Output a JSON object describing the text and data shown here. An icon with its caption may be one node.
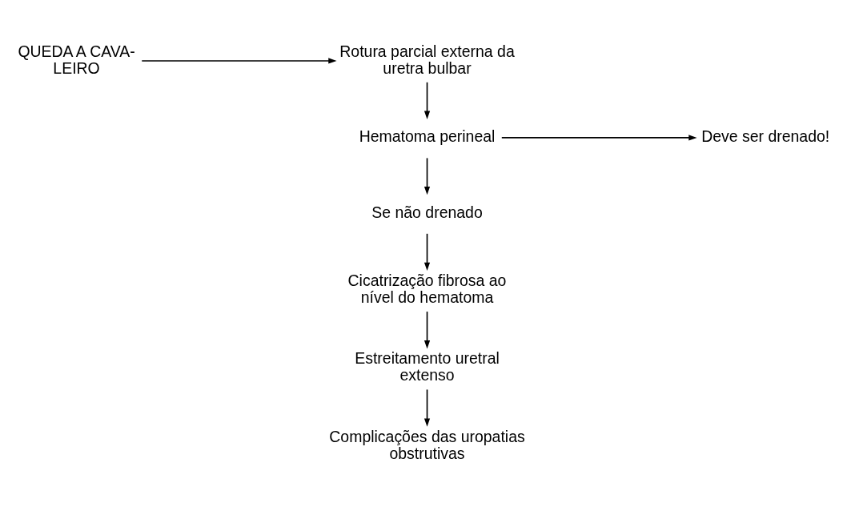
{
  "diagram": {
    "nodes": [
      {
        "text": [
          "QUEDA A CAVA- LEIRO"
        ]
      },
      {
        "text": [
          "Rotura parcial externa da uretra bulbar"
        ]
      },
      {
        "text": [
          "Hematoma perineal"
        ]
      },
      {
        "text": [
          "Deve ser drenado!"
        ]
      },
      {
        "text": [
          "Se não drenado"
        ]
      },
      {
        "text": [
          "Cicatrização fibrosa ao nível do hematoma"
        ]
      },
      {
        "text": [
          "Estreitamento uretral extenso"
        ]
      },
      {
        "text": [
          "Complicações das uropatias obstrutivas"
        ]
      }
    ],
    "edges": [
      {
        "from": 0,
        "to": 1,
        "arrow": "to"
      },
      {
        "from": 1,
        "to": 2,
        "arrow": "to"
      },
      {
        "from": 2,
        "to": 3,
        "arrow": "to"
      },
      {
        "from": 2,
        "to": 4,
        "arrow": "to"
      },
      {
        "from": 4,
        "to": 5,
        "arrow": "to"
      },
      {
        "from": 5,
        "to": 6,
        "arrow": "to"
      },
      {
        "from": 6,
        "to": 7,
        "arrow": "to"
      }
    ]
  }
}
